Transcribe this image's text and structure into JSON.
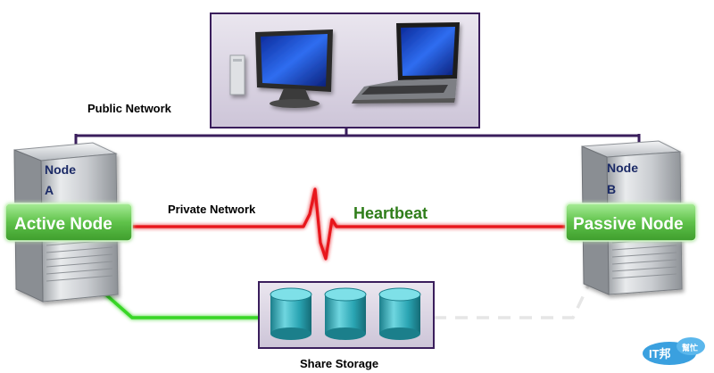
{
  "labels": {
    "public_network": "Public Network",
    "private_network": "Private Network",
    "heartbeat": "Heartbeat",
    "share_storage": "Share Storage"
  },
  "nodes": {
    "left": {
      "word": "Node",
      "letter": "A",
      "role": "Active Node"
    },
    "right": {
      "word": "Node",
      "letter": "B",
      "role": "Passive Node"
    }
  },
  "watermark": {
    "brand": "IT邦",
    "sub": "幫忙"
  },
  "colors": {
    "public_line": "#3a1e5c",
    "private_line": "#e8141a",
    "storage_active_line": "#39d626",
    "storage_passive_line": "#e6e6e6",
    "role_badge": "#6fcf5a",
    "client_box": "#dcd5e4",
    "storage_box": "#dcd5e4",
    "cylinder": "#2fa9b6"
  },
  "icons": [
    "desktop-computer-icon",
    "laptop-icon",
    "server-tower-icon",
    "storage-cylinder-icon"
  ]
}
